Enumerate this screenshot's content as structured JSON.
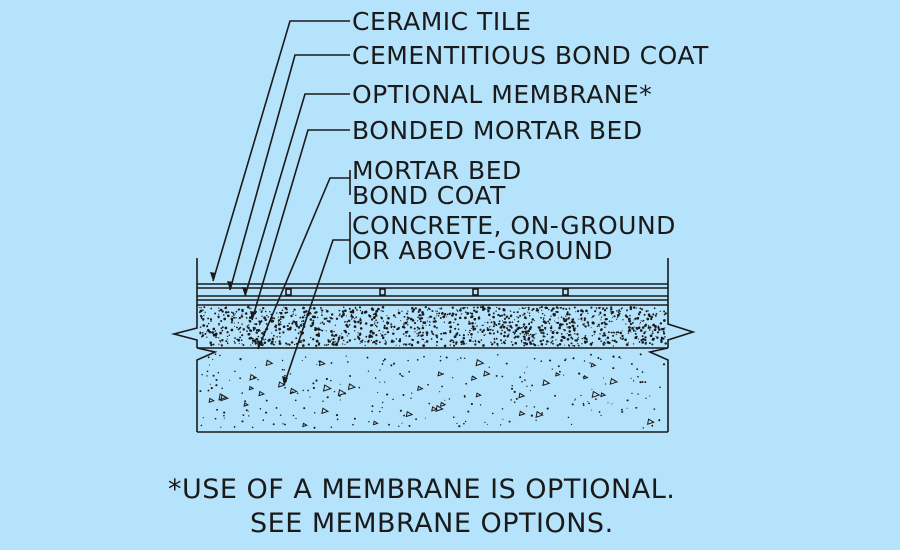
{
  "labels": [
    "CERAMIC TILE",
    "CEMENTITIOUS BOND COAT",
    "OPTIONAL MEMBRANE*",
    "BONDED MORTAR BED",
    "MORTAR BED",
    "BOND COAT",
    "CONCRETE, ON-GROUND",
    "OR ABOVE-GROUND"
  ],
  "footnote": {
    "line1": "*USE OF A MEMBRANE IS OPTIONAL.",
    "line2": "SEE MEMBRANE OPTIONS."
  },
  "colors": {
    "background": "#b5e3fb",
    "linework": "#1a1a1a"
  }
}
